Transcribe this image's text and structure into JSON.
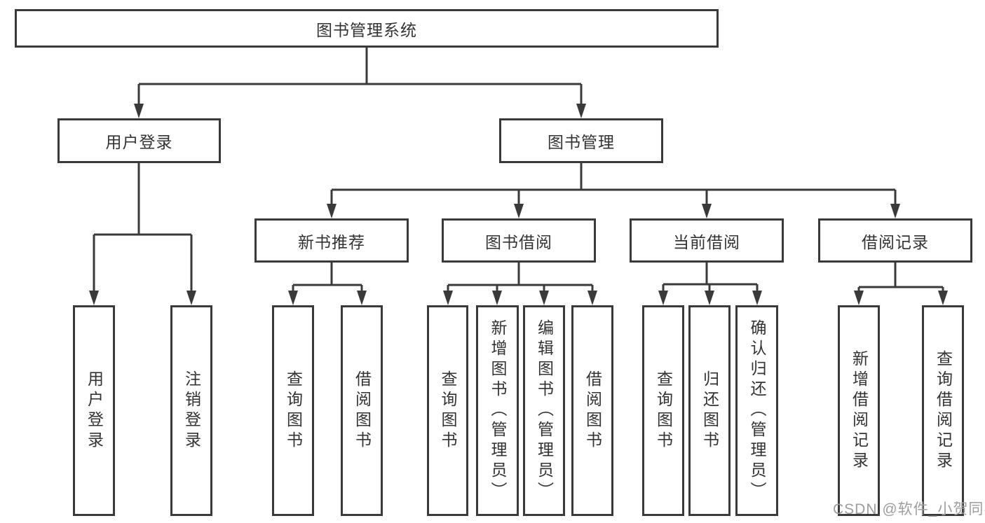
{
  "diagram": {
    "root": {
      "label": "图书管理系统"
    },
    "level2": {
      "user_login_group": {
        "label": "用户登录"
      },
      "book_management": {
        "label": "图书管理"
      }
    },
    "level3": {
      "new_book_recommend": {
        "label": "新书推荐"
      },
      "book_borrowing": {
        "label": "图书借阅"
      },
      "current_borrowing": {
        "label": "当前借阅"
      },
      "borrowing_records": {
        "label": "借阅记录"
      }
    },
    "leaves": {
      "user_login": {
        "label": "用户登录"
      },
      "logout_login": {
        "label": "注销登录"
      },
      "recommend_query_books": {
        "label": "查询图书"
      },
      "recommend_borrow_books": {
        "label": "借阅图书"
      },
      "borrowing_query_books": {
        "label": "查询图书"
      },
      "borrowing_add_books": {
        "label": "新增图书（管理员）"
      },
      "borrowing_edit_books": {
        "label": "编辑图书（管理员）"
      },
      "borrowing_borrow_books": {
        "label": "借阅图书"
      },
      "current_query_books": {
        "label": "查询图书"
      },
      "current_return_books": {
        "label": "归还图书"
      },
      "current_confirm_return": {
        "label": "确认归还（管理员）"
      },
      "records_add_record": {
        "label": "新增借阅记录"
      },
      "records_query_record": {
        "label": "查询借阅记录"
      }
    },
    "watermark": "CSDN @软件_小贺同学",
    "colors": {
      "line": "#3a3a3a",
      "text": "#333333",
      "background": "#ffffff",
      "watermark": "#9e9e9e"
    }
  }
}
